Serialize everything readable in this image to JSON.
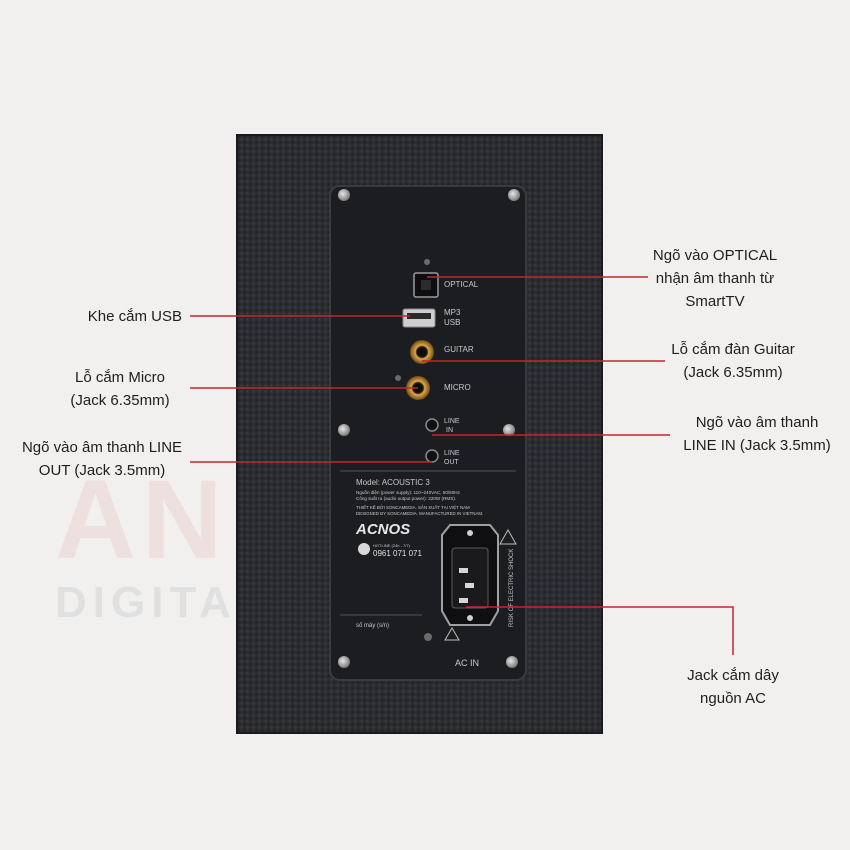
{
  "watermark": {
    "line1": "AN ĐỨC",
    "line2": "DIGITAL AUDIO"
  },
  "panel": {
    "optical": "OPTICAL",
    "mp3": "MP3",
    "usb": "USB",
    "guitar": "GUITAR",
    "micro": "MICRO",
    "line_in_1": "LINE",
    "line_in_2": "IN",
    "line_out_1": "LINE",
    "line_out_2": "OUT",
    "model": "Model: ACOUSTIC 3",
    "spec1": "Nguồn điện (power supply): 110~240VAC, 50/60Hz",
    "spec2": "Công suất ra (audio output power): 220W (RMS).",
    "spec3": "THIẾT KẾ BỞI SONCAMEDIA. SẢN XUẤT TẠI VIỆT NAM",
    "spec4": "DESIGNED BY SONCAMEDIA. MANUFACTURED IN VIETNAM.",
    "brand": "ACNOS",
    "hotline_small": "HOTLINE (24h - 7/7)",
    "hotline": "0961 071 071",
    "serial": "số máy (s/n)",
    "warning": "RISK OF ELECTRIC SHOCK",
    "ac_in": "AC IN"
  },
  "callouts": {
    "optical": [
      "Ngõ vào OPTICAL",
      "nhận âm thanh từ",
      "SmartTV"
    ],
    "usb": [
      "Khe cắm USB"
    ],
    "guitar": [
      "Lỗ cắm đàn Guitar",
      "(Jack 6.35mm)"
    ],
    "micro": [
      "Lỗ cắm Micro",
      "(Jack 6.35mm)"
    ],
    "line_in": [
      "Ngõ vào âm thanh",
      "LINE IN (Jack 3.5mm)"
    ],
    "line_out": [
      "Ngõ vào âm thanh LINE",
      "OUT (Jack 3.5mm)"
    ],
    "ac": [
      "Jack cắm dây",
      "nguồn AC"
    ]
  },
  "colors": {
    "leader_line": "#c0272d",
    "cabinet": "#2a2c30",
    "panel": "#1c1d20"
  }
}
